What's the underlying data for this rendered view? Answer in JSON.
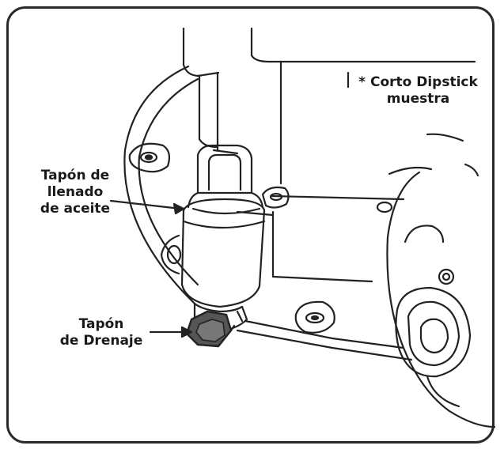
{
  "labels": {
    "dipstick": {
      "line1": "* Corto Dipstick",
      "line2": "muestra"
    },
    "fill_plug": {
      "line1": "Tapón de",
      "line2": "llenado",
      "line3": "de aceite"
    },
    "drain_plug": {
      "line1": "Tapón",
      "line2": "de Drenaje"
    }
  },
  "colors": {
    "line": "#222222",
    "frame": "#2a2a2a",
    "highlight": "#999999"
  }
}
